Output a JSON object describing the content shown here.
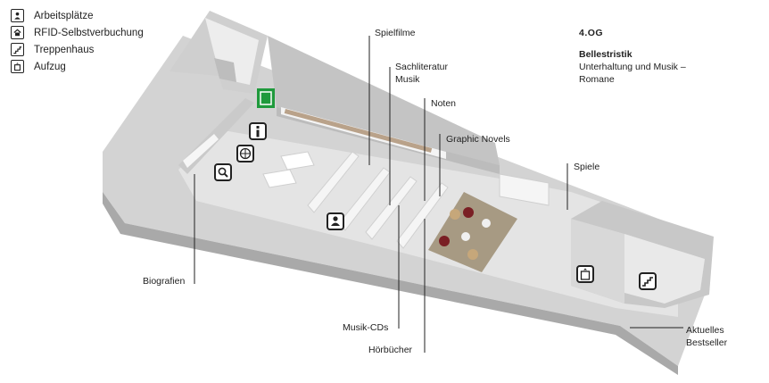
{
  "legend": [
    {
      "icon": "person-workstation-icon",
      "label": "Arbeitsplätze"
    },
    {
      "icon": "rfid-checkout-icon",
      "label": "RFID-Selbstverbuchung"
    },
    {
      "icon": "stairs-icon",
      "label": "Treppenhaus"
    },
    {
      "icon": "elevator-icon",
      "label": "Aufzug"
    }
  ],
  "info": {
    "floor": "4.OG",
    "section": "Bellestristik",
    "description": "Unterhaltung und Musik – Romane"
  },
  "labels": {
    "spielfilme": "Spielfilme",
    "sachliteratur": "Sachliteratur",
    "musik": "Musik",
    "noten": "Noten",
    "graphic_novels": "Graphic Novels",
    "spiele": "Spiele",
    "biografien": "Biografien",
    "musik_cds": "Musik-CDs",
    "hoerbuecher": "Hörbücher",
    "aktuelles": "Aktuelles",
    "bestseller": "Bestseller"
  },
  "colors": {
    "floor": "#d9d9d9",
    "walls": "#bdbdbd",
    "exit_sign": "#1f9a3c",
    "rug": "#a79a83"
  }
}
